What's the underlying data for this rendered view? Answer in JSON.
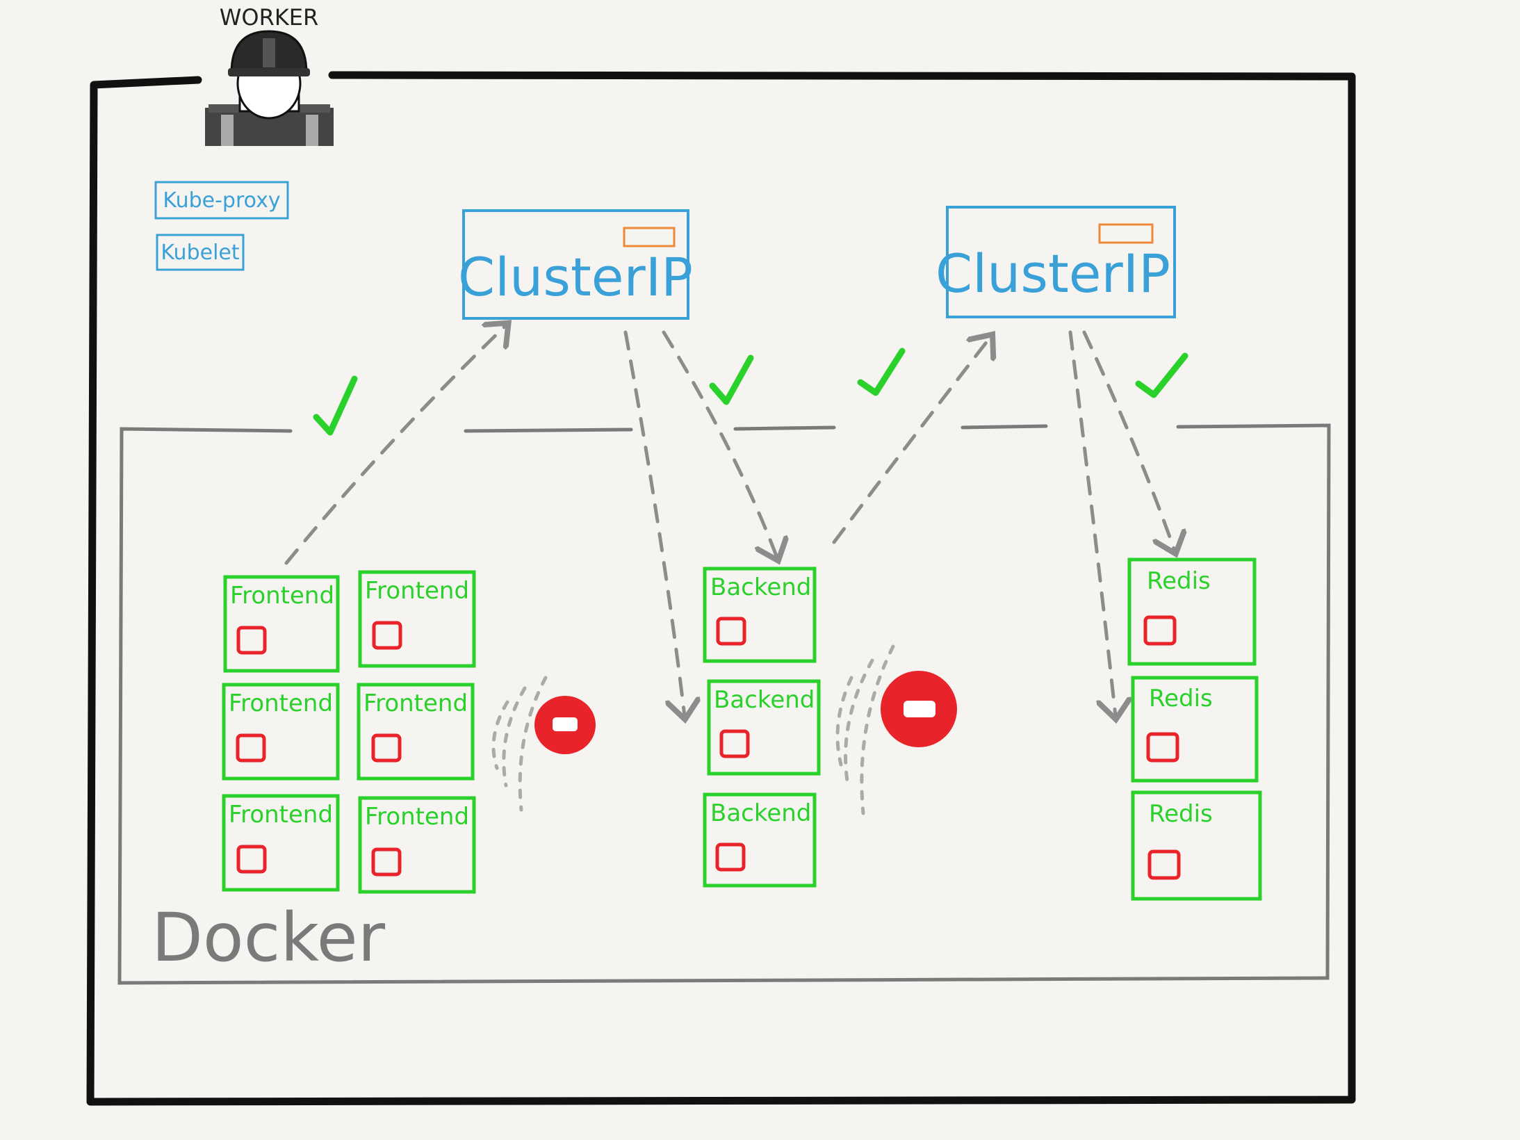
{
  "worker": {
    "label": "WORKER"
  },
  "agents": {
    "kube_proxy": "Kube-proxy",
    "kubelet": "Kubelet"
  },
  "services": [
    {
      "label": "ClusterIP"
    },
    {
      "label": "ClusterIP"
    }
  ],
  "runtime": {
    "label": "Docker"
  },
  "pods": {
    "frontend": [
      "Frontend",
      "Frontend",
      "Frontend",
      "Frontend",
      "Frontend",
      "Frontend"
    ],
    "backend": [
      "Backend",
      "Backend",
      "Backend"
    ],
    "redis": [
      "Redis",
      "Redis",
      "Redis"
    ]
  },
  "status_marks": [
    "check",
    "check",
    "check",
    "check"
  ],
  "colors": {
    "outline": "#111111",
    "docker": "#7a7a7a",
    "service": "#3aa0d8",
    "pod": "#2ad12a",
    "container": "#e8232a",
    "check": "#2ad12a",
    "arrow": "#8c8c8c"
  }
}
